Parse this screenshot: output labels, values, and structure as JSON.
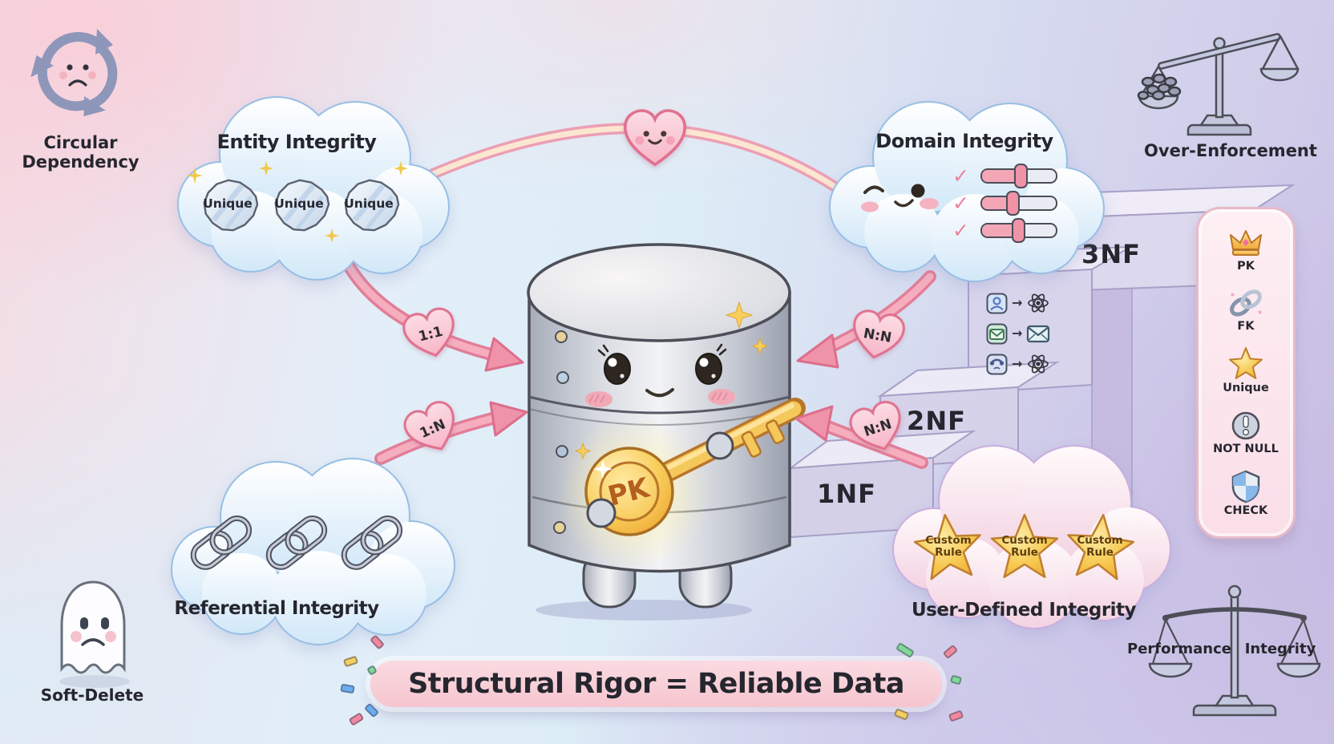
{
  "banner": {
    "text": "Structural Rigor = Reliable Data"
  },
  "database": {
    "key_label": "PK"
  },
  "hearts": {
    "top_left": "1:1",
    "bottom_left": "1:N",
    "top_right": "N:N",
    "bottom_right": "N:N"
  },
  "clouds": {
    "entity": {
      "title": "Entity Integrity",
      "badges": [
        "Unique",
        "Unique",
        "Unique"
      ]
    },
    "domain": {
      "title": "Domain Integrity"
    },
    "referential": {
      "title": "Referential Integrity"
    },
    "user_defined": {
      "title": "User-Defined Integrity",
      "stars": [
        "Custom Rule",
        "Custom Rule",
        "Custom Rule"
      ]
    }
  },
  "normal_forms": {
    "first": "1NF",
    "second": "2NF",
    "third": "3NF"
  },
  "constraints_panel": {
    "items": [
      {
        "icon": "crown-icon",
        "label": "PK"
      },
      {
        "icon": "chain-icon",
        "label": "FK"
      },
      {
        "icon": "star-icon",
        "label": "Unique"
      },
      {
        "icon": "exclamation-icon",
        "label": "NOT NULL"
      },
      {
        "icon": "shield-icon",
        "label": "CHECK"
      }
    ]
  },
  "corner_icons": {
    "circular_dependency": {
      "label": "Circular Dependency"
    },
    "over_enforcement": {
      "label": "Over-Enforcement"
    },
    "soft_delete": {
      "label": "Soft-Delete"
    },
    "balance": {
      "left": "Performance",
      "right": "Integrity"
    }
  },
  "colors": {
    "arrow_pink": "#ef93ab",
    "heart_pink": "#fbd0db",
    "cloud_blue_border": "#98bfe4",
    "cloud_pink_border": "#c9aede",
    "step_lavender": "#d6d2ea",
    "gold": "#f3c44f",
    "banner_pink": "#f8cdd7",
    "panel_pink": "#fdeaf0"
  }
}
